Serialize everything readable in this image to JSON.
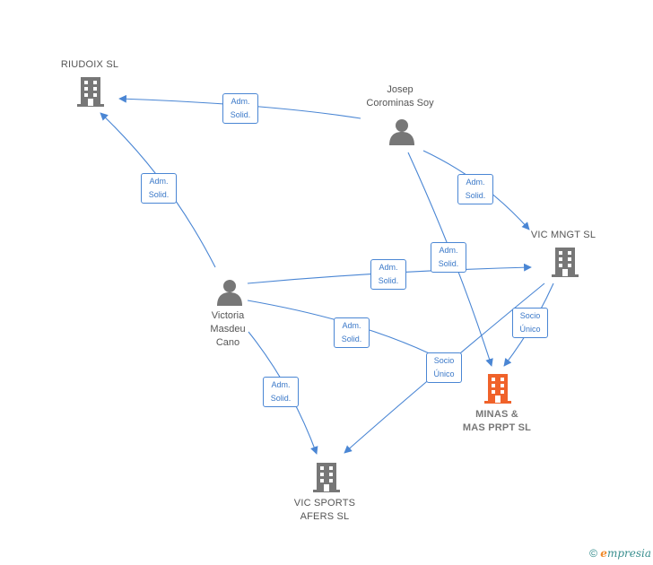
{
  "nodes": {
    "riudoix": {
      "label": "RIUDOIX  SL",
      "kind": "company"
    },
    "josep": {
      "label": "Josep\nCorominas Soy",
      "kind": "person"
    },
    "vic_mngt": {
      "label": "VIC MNGT  SL",
      "kind": "company"
    },
    "victoria": {
      "label": "Victoria\nMasdeu\nCano",
      "kind": "person"
    },
    "minas": {
      "label": "MINAS &\nMAS PRPT  SL",
      "kind": "company-main"
    },
    "vic_sports": {
      "label": "VIC SPORTS\nAFERS SL",
      "kind": "company"
    }
  },
  "edges": {
    "josep_riudoix": "Adm.\nSolid.",
    "victoria_riudoix": "Adm.\nSolid.",
    "josep_vicmngt": "Adm.\nSolid.",
    "josep_minas": "Adm.\nSolid.",
    "victoria_vicmngt": "Adm.\nSolid.",
    "victoria_minas": "Adm.\nSolid.",
    "vicmngt_minas": "Socio\nÚnico",
    "vicmngt_vicsports": "Socio\nÚnico",
    "victoria_vicsports": "Adm.\nSolid."
  },
  "footer": {
    "copyright": "©",
    "brand_e": "e",
    "brand_rest": "mpresia"
  },
  "colors": {
    "edge": "#4a86d4",
    "node": "#777777",
    "main_node": "#f0622a"
  }
}
